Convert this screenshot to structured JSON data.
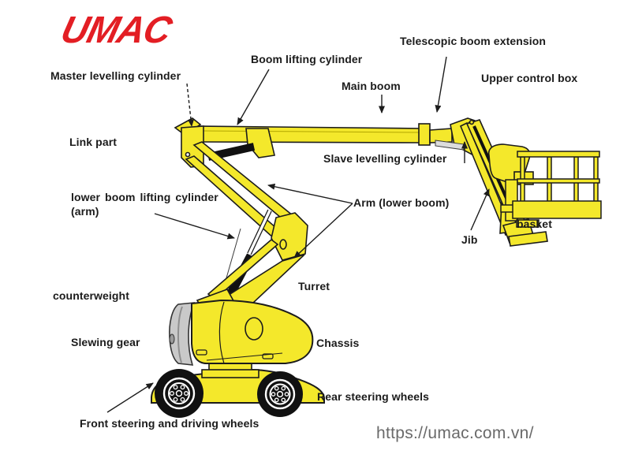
{
  "logo": {
    "text": "UMAC",
    "color": "#e31e24"
  },
  "diagram": {
    "labels": {
      "master_levelling_cylinder": "Master levelling cylinder",
      "boom_lifting_cylinder": "Boom lifting cylinder",
      "telescopic_boom_extension": "Telescopic boom extension",
      "main_boom": "Main boom",
      "upper_control_box": "Upper control box",
      "link_part": "Link part",
      "slave_levelling_cylinder": "Slave levelling cylinder",
      "lower_boom_lifting_cylinder_line1": "lower boom lifting cylinder",
      "lower_boom_lifting_cylinder_line2": "(arm)",
      "arm_lower_boom": "Arm (lower boom)",
      "jib": "Jib",
      "basket": "basket",
      "counterweight": "counterweight",
      "turret": "Turret",
      "slewing_gear": "Slewing gear",
      "chassis": "Chassis",
      "rear_steering_wheels": "Rear steering wheels",
      "front_steering_and_driving_wheels": "Front steering and driving wheels"
    }
  },
  "footer": {
    "url": "https://umac.com.vn/"
  },
  "colors": {
    "machine_yellow": "#f4e82b",
    "outline_black": "#1c1c1c",
    "counterweight_gray": "#c9c9c9",
    "logo_red": "#e31e24",
    "url_gray": "#6a6a6a"
  }
}
